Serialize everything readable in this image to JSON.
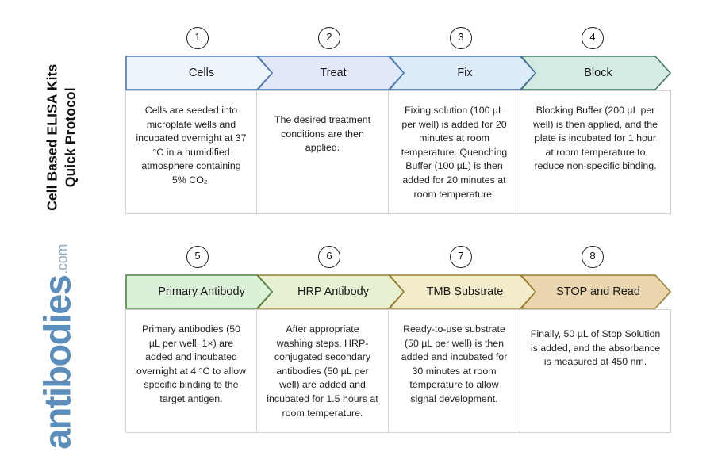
{
  "page": {
    "title_line1": "Cell Based ELISA Kits",
    "title_line2": "Quick Protocol",
    "title": "Cell Based ELISA Kits\nQuick Protocol"
  },
  "brand": {
    "name": "antibodies",
    "tld": ".com",
    "color": "#5b8ebd"
  },
  "rows": [
    {
      "steps": [
        {
          "number": "1",
          "label": "Cells",
          "fill": "#eef4fb",
          "stroke": "#4a7ab0",
          "description": "Cells are seeded into microplate wells and incubated overnight at 37 °C in a humidified atmosphere containing 5% CO₂."
        },
        {
          "number": "2",
          "label": "Treat",
          "fill": "#e2e8f7",
          "stroke": "#4a7ab0",
          "description": "The desired treatment conditions are then applied."
        },
        {
          "number": "3",
          "label": "Fix",
          "fill": "#dcebf7",
          "stroke": "#3f6f9e",
          "description": "Fixing solution (100 µL per well) is added for 20 minutes at room temperature. Quenching Buffer (100 µL) is then added for 20 minutes at room temperature."
        },
        {
          "number": "4",
          "label": "Block",
          "fill": "#d3ebe0",
          "stroke": "#43796b",
          "description": "Blocking Buffer (200 µL per well) is then applied, and the plate is incubated for 1 hour at room temperature to reduce non-specific binding."
        }
      ]
    },
    {
      "steps": [
        {
          "number": "5",
          "label": "Primary Antibody",
          "fill": "#dcefd8",
          "stroke": "#4c8140",
          "description": "Primary antibodies (50 µL per well, 1×) are added and incubated overnight at 4 °C to allow specific binding to the target antigen."
        },
        {
          "number": "6",
          "label": "HRP Antibody",
          "fill": "#e8f0d4",
          "stroke": "#8e8130",
          "description": "After appropriate washing steps, HRP-conjugated secondary antibodies (50 µL per well) are added and incubated for 1.5 hours at room temperature."
        },
        {
          "number": "7",
          "label": "TMB Substrate",
          "fill": "#f3eccb",
          "stroke": "#9a7f32",
          "description": "Ready-to-use substrate (50 µL per well) is then added and incubated for 30 minutes at room temperature to allow signal development."
        },
        {
          "number": "8",
          "label": "STOP and Read",
          "fill": "#e9d5ae",
          "stroke": "#9a7f32",
          "description": "Finally, 50 µL of Stop Solution is added, and the absorbance is measured at 450 nm."
        }
      ]
    }
  ]
}
